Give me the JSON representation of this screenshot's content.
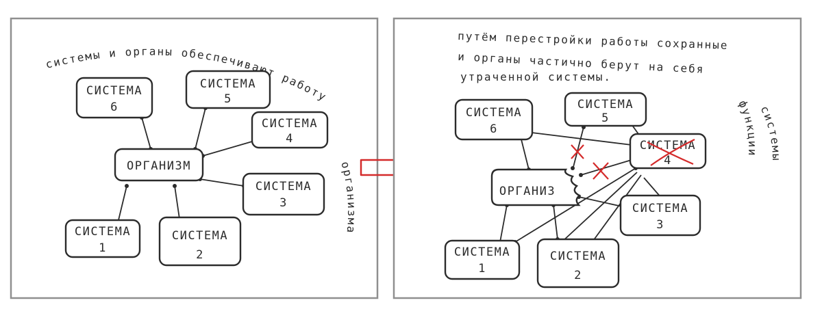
{
  "colors": {
    "ink": "#2b2b2b",
    "frame": "#8f8f8f",
    "accent": "#d42a2a"
  },
  "left_panel": {
    "caption_lines": [
      "системы и органы обеспечивают работу",
      "организма"
    ],
    "center": "ОРГАНИЗМ",
    "nodes": [
      {
        "id": "s6",
        "label": "СИСТЕМА",
        "num": "6"
      },
      {
        "id": "s5",
        "label": "СИСТЕМА",
        "num": "5"
      },
      {
        "id": "s4",
        "label": "СИСТЕМА",
        "num": "4"
      },
      {
        "id": "s3",
        "label": "СИСТЕМА",
        "num": "3"
      },
      {
        "id": "s1",
        "label": "СИСТЕМА",
        "num": "1"
      },
      {
        "id": "s2",
        "label": "СИСТЕМА",
        "num": "2"
      }
    ]
  },
  "arrow": {
    "icon": "right-arrow-icon"
  },
  "right_panel": {
    "caption_lines": [
      "путём перестройки работы сохранные",
      "и органы частично берут на себя",
      "утраченной системы.",
      "функции",
      "системы"
    ],
    "center": "ОРГАНИЗ",
    "nodes": [
      {
        "id": "s6",
        "label": "СИСТЕМА",
        "num": "6"
      },
      {
        "id": "s5",
        "label": "СИСТЕМА",
        "num": "5"
      },
      {
        "id": "s4",
        "label": "СИСТЕМА",
        "num": "4",
        "crossed": true
      },
      {
        "id": "s3",
        "label": "СИСТЕМА",
        "num": "3"
      },
      {
        "id": "s1",
        "label": "СИСТЕМА",
        "num": "1"
      },
      {
        "id": "s2",
        "label": "СИСТЕМА",
        "num": "2"
      }
    ],
    "broken_links": 2
  }
}
